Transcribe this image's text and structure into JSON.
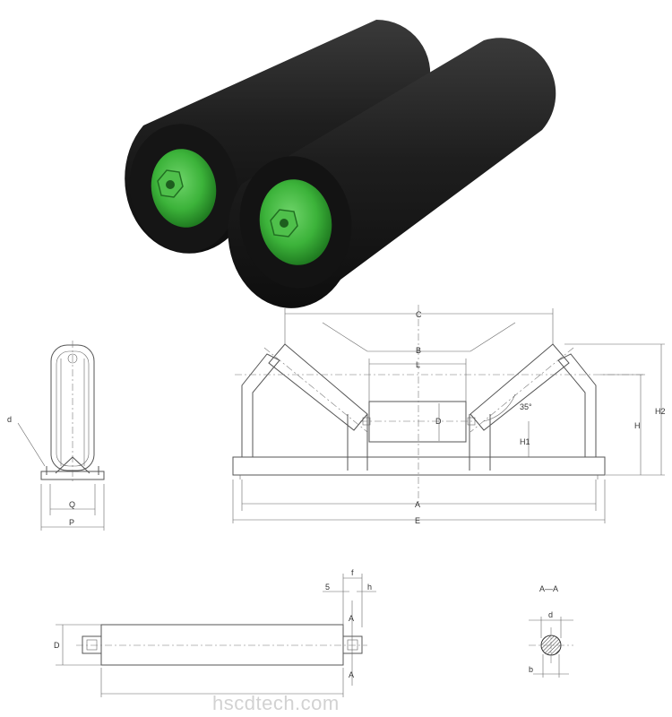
{
  "photo": {
    "roller_color": "#1c1c1c",
    "bearing_cap_color": "#3cb33a"
  },
  "side_view": {
    "labels": {
      "d": "d",
      "Q": "Q",
      "P": "P"
    }
  },
  "front_view": {
    "labels": {
      "C": "C",
      "B": "B",
      "L": "L",
      "D": "D",
      "angle": "35°",
      "H1": "H1",
      "H": "H",
      "H2": "H2",
      "A": "A",
      "E": "E"
    }
  },
  "roller_view": {
    "labels": {
      "f": "f",
      "five": "5",
      "h": "h",
      "A_top": "A",
      "A_bottom": "A",
      "D": "D"
    }
  },
  "section_view": {
    "labels": {
      "title": "A—A",
      "d": "d",
      "b": "b"
    }
  },
  "watermark": "hscdtech.com"
}
